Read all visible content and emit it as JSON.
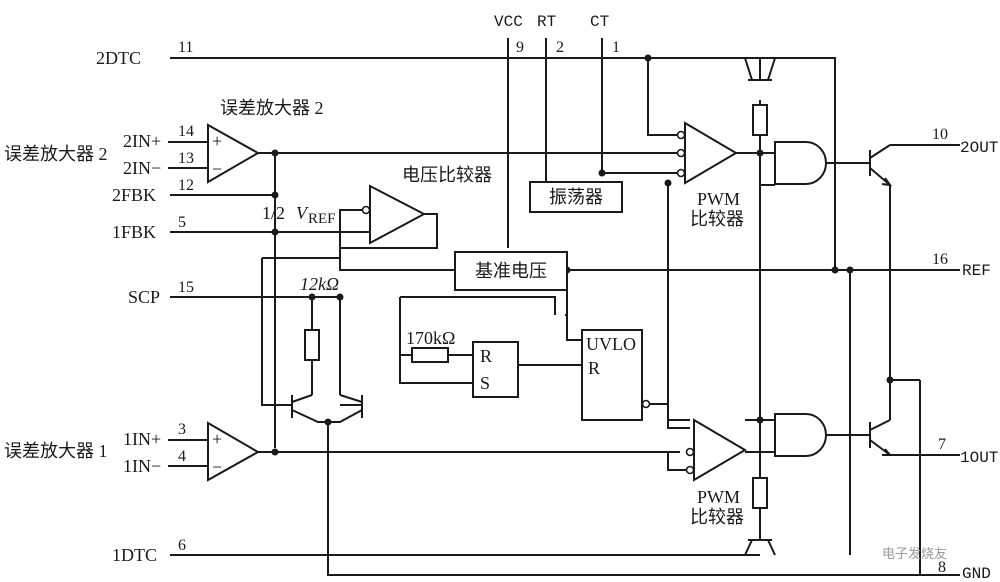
{
  "pins": {
    "vcc": {
      "name": "VCC",
      "num": "9"
    },
    "rt": {
      "name": "RT",
      "num": "2"
    },
    "ct": {
      "name": "CT",
      "num": "1"
    },
    "dtc2": {
      "name": "2DTC",
      "num": "11"
    },
    "in2p": {
      "name": "2IN+",
      "num": "14"
    },
    "in2n": {
      "name": "2IN−",
      "num": "13"
    },
    "fbk2": {
      "name": "2FBK",
      "num": "12"
    },
    "fbk1": {
      "name": "1FBK",
      "num": "5"
    },
    "scp": {
      "name": "SCP",
      "num": "15"
    },
    "in1p": {
      "name": "1IN+",
      "num": "3"
    },
    "in1n": {
      "name": "1IN−",
      "num": "4"
    },
    "dtc1": {
      "name": "1DTC",
      "num": "6"
    },
    "out2": {
      "name": "2OUT",
      "num": "10"
    },
    "ref": {
      "name": "REF",
      "num": "16"
    },
    "out1": {
      "name": "1OUT",
      "num": "7"
    },
    "gnd": {
      "name": "GND",
      "num": "8"
    }
  },
  "blocks": {
    "erramp2_title": "误差放大器 2",
    "erramp2_side": "误差放大器 2",
    "erramp1_side": "误差放大器 1",
    "voltage_comparator": "电压比较器",
    "oscillator": "振荡器",
    "reference": "基准电压",
    "pwm_comp_en": "PWM",
    "pwm_comp_cn": "比较器",
    "uvlo": "UVLO",
    "uvlo_r": "R",
    "rs_r": "R",
    "rs_s": "S"
  },
  "labels": {
    "half": "1/2",
    "vref_v": "V",
    "vref_sub": "REF",
    "r12k": "12kΩ",
    "r170k": "170kΩ",
    "plus": "+",
    "minus": "−"
  },
  "watermark": "电子发烧友"
}
